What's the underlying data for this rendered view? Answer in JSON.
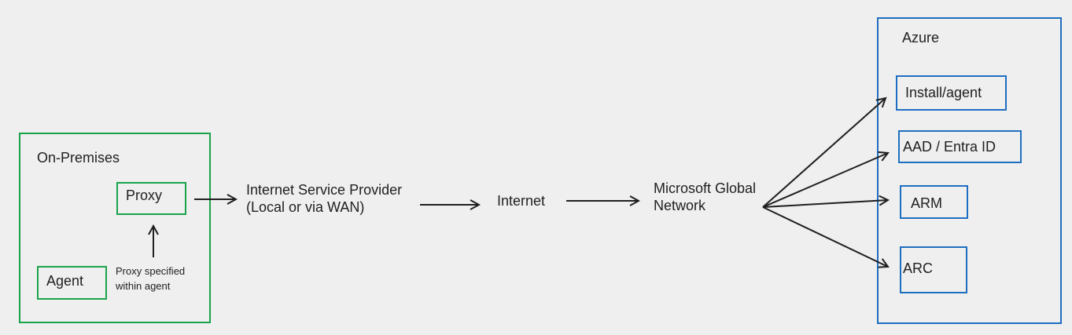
{
  "on_premises": {
    "title": "On-Premises",
    "proxy": "Proxy",
    "agent": "Agent",
    "proxy_note": "Proxy specified\nwithin agent"
  },
  "path": {
    "isp": "Internet Service Provider\n(Local or via WAN)",
    "internet": "Internet",
    "msft_network": "Microsoft Global\nNetwork"
  },
  "azure": {
    "title": "Azure",
    "endpoints": [
      "Install/agent",
      "AAD / Entra ID",
      "ARM",
      "ARC"
    ]
  },
  "colors": {
    "on_premises_border": "#1aa34a",
    "azure_border": "#1f6fc1",
    "arrow": "#1f1f1f",
    "background": "#efefef"
  }
}
